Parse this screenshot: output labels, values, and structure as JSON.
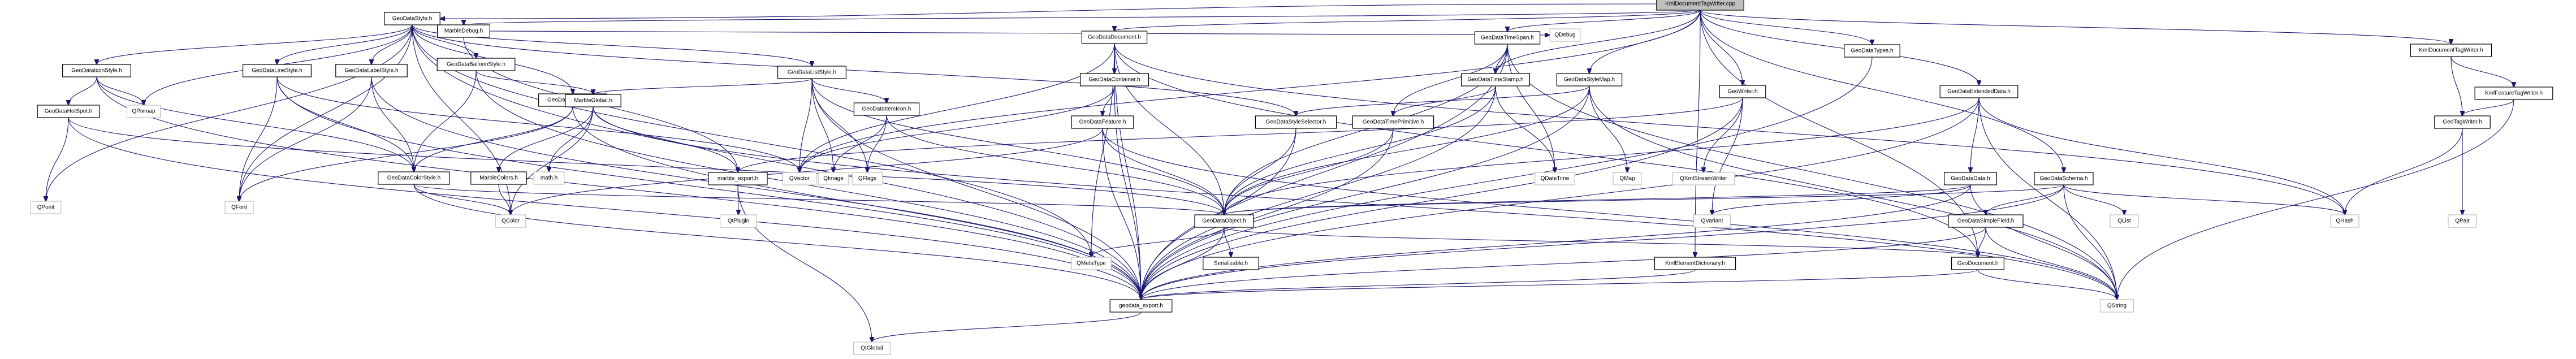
{
  "title": "KmlDocumentTagWriter.cpp include dependency graph",
  "colors": {
    "edge": "#191970",
    "root_fill": "#bfbfbf",
    "local_border": "#000000",
    "external_border": "#bfbfbf"
  },
  "nodes": [
    {
      "id": "root",
      "label": "KmlDocumentTagWriter.cpp",
      "kind": "root"
    },
    {
      "id": "GeoDataStyle",
      "label": "GeoDataStyle.h",
      "kind": "local"
    },
    {
      "id": "MarbleDebug",
      "label": "MarbleDebug.h",
      "kind": "local"
    },
    {
      "id": "GeoDataTypes",
      "label": "GeoDataTypes.h",
      "kind": "local"
    },
    {
      "id": "KmlDocumentTagWriterH",
      "label": "KmlDocumentTagWriter.h",
      "kind": "local"
    },
    {
      "id": "GeoDataDocument",
      "label": "GeoDataDocument.h",
      "kind": "local"
    },
    {
      "id": "GeoDataTimeSpan",
      "label": "GeoDataTimeSpan.h",
      "kind": "local"
    },
    {
      "id": "QDebug",
      "label": "QDebug",
      "kind": "external"
    },
    {
      "id": "GeoDataBalloonStyle",
      "label": "GeoDataBalloonStyle.h",
      "kind": "local"
    },
    {
      "id": "GeoDataListStyle",
      "label": "GeoDataListStyle.h",
      "kind": "local"
    },
    {
      "id": "GeoDataIconStyle",
      "label": "GeoDataIconStyle.h",
      "kind": "local"
    },
    {
      "id": "GeoDataLineStyle",
      "label": "GeoDataLineStyle.h",
      "kind": "local"
    },
    {
      "id": "GeoDataLabelStyle",
      "label": "GeoDataLabelStyle.h",
      "kind": "local"
    },
    {
      "id": "GeoDataPolyStyle",
      "label": "GeoDataPolyStyle.h",
      "kind": "local"
    },
    {
      "id": "MarbleGlobal",
      "label": "MarbleGlobal.h",
      "kind": "local"
    },
    {
      "id": "GeoDataItemIcon",
      "label": "GeoDataItemIcon.h",
      "kind": "local"
    },
    {
      "id": "GeoDataContainer",
      "label": "GeoDataContainer.h",
      "kind": "local"
    },
    {
      "id": "GeoDataTimeStamp",
      "label": "GeoDataTimeStamp.h",
      "kind": "local"
    },
    {
      "id": "GeoDataStyleMap",
      "label": "GeoDataStyleMap.h",
      "kind": "local"
    },
    {
      "id": "GeoWriter",
      "label": "GeoWriter.h",
      "kind": "local"
    },
    {
      "id": "GeoDataExtendedData",
      "label": "GeoDataExtendedData.h",
      "kind": "local"
    },
    {
      "id": "KmlFeatureTagWriter",
      "label": "KmlFeatureTagWriter.h",
      "kind": "local"
    },
    {
      "id": "GeoDataHotSpot",
      "label": "GeoDataHotSpot.h",
      "kind": "local"
    },
    {
      "id": "QPixmap",
      "label": "QPixmap",
      "kind": "external"
    },
    {
      "id": "GeoDataColorStyle",
      "label": "GeoDataColorStyle.h",
      "kind": "local"
    },
    {
      "id": "MarbleColors",
      "label": "MarbleColors.h",
      "kind": "local"
    },
    {
      "id": "mathh",
      "label": "math.h",
      "kind": "external"
    },
    {
      "id": "marble_export",
      "label": "marble_export.h",
      "kind": "local"
    },
    {
      "id": "QVector",
      "label": "QVector",
      "kind": "external"
    },
    {
      "id": "QImage",
      "label": "QImage",
      "kind": "external"
    },
    {
      "id": "QFlags",
      "label": "QFlags",
      "kind": "external"
    },
    {
      "id": "GeoDataFeature",
      "label": "GeoDataFeature.h",
      "kind": "local"
    },
    {
      "id": "GeoDataStyleSelector",
      "label": "GeoDataStyleSelector.h",
      "kind": "local"
    },
    {
      "id": "GeoDataTimePrimitive",
      "label": "GeoDataTimePrimitive.h",
      "kind": "local"
    },
    {
      "id": "QDateTime",
      "label": "QDateTime",
      "kind": "external"
    },
    {
      "id": "QMap",
      "label": "QMap",
      "kind": "external"
    },
    {
      "id": "QXmlStreamWriter",
      "label": "QXmlStreamWriter",
      "kind": "external"
    },
    {
      "id": "GeoDataData",
      "label": "GeoDataData.h",
      "kind": "local"
    },
    {
      "id": "GeoDataSchema",
      "label": "GeoDataSchema.h",
      "kind": "local"
    },
    {
      "id": "GeoTagWriter",
      "label": "GeoTagWriter.h",
      "kind": "local"
    },
    {
      "id": "QPoint",
      "label": "QPoint",
      "kind": "external"
    },
    {
      "id": "QFont",
      "label": "QFont",
      "kind": "external"
    },
    {
      "id": "QColor",
      "label": "QColor",
      "kind": "external"
    },
    {
      "id": "QtPlugin",
      "label": "QtPlugin",
      "kind": "external"
    },
    {
      "id": "GeoDataObject",
      "label": "GeoDataObject.h",
      "kind": "local"
    },
    {
      "id": "QVariant",
      "label": "QVariant",
      "kind": "external"
    },
    {
      "id": "QList",
      "label": "QList",
      "kind": "external"
    },
    {
      "id": "GeoDataSimpleField",
      "label": "GeoDataSimpleField.h",
      "kind": "local"
    },
    {
      "id": "QHash",
      "label": "QHash",
      "kind": "external"
    },
    {
      "id": "QPair",
      "label": "QPair",
      "kind": "external"
    },
    {
      "id": "QMetaType",
      "label": "QMetaType",
      "kind": "external"
    },
    {
      "id": "Serializable",
      "label": "Serializable.h",
      "kind": "local"
    },
    {
      "id": "KmlElementDictionary",
      "label": "KmlElementDictionary.h",
      "kind": "local"
    },
    {
      "id": "GeoDocument",
      "label": "GeoDocument.h",
      "kind": "local"
    },
    {
      "id": "geodata_export",
      "label": "geodata_export.h",
      "kind": "local"
    },
    {
      "id": "QString",
      "label": "QString",
      "kind": "external"
    },
    {
      "id": "QtGlobal",
      "label": "QtGlobal",
      "kind": "external"
    }
  ],
  "edges": [
    [
      "root",
      "GeoDataStyle"
    ],
    [
      "root",
      "MarbleDebug"
    ],
    [
      "root",
      "GeoDataTypes"
    ],
    [
      "root",
      "KmlDocumentTagWriterH"
    ],
    [
      "root",
      "GeoDataDocument"
    ],
    [
      "root",
      "GeoDataTimeSpan"
    ],
    [
      "root",
      "GeoDataTimeStamp"
    ],
    [
      "root",
      "GeoDataStyleMap"
    ],
    [
      "root",
      "GeoWriter"
    ],
    [
      "root",
      "GeoDataExtendedData"
    ],
    [
      "root",
      "GeoDataSchema"
    ],
    [
      "root",
      "KmlElementDictionary"
    ],
    [
      "root",
      "GeoDocument"
    ],
    [
      "root",
      "QVector"
    ],
    [
      "GeoDataStyle",
      "GeoDataIconStyle"
    ],
    [
      "GeoDataStyle",
      "GeoDataLineStyle"
    ],
    [
      "GeoDataStyle",
      "GeoDataLabelStyle"
    ],
    [
      "GeoDataStyle",
      "GeoDataPolyStyle"
    ],
    [
      "GeoDataStyle",
      "GeoDataBalloonStyle"
    ],
    [
      "GeoDataStyle",
      "GeoDataListStyle"
    ],
    [
      "GeoDataStyle",
      "GeoDataStyleSelector"
    ],
    [
      "GeoDataStyle",
      "QPoint"
    ],
    [
      "GeoDataStyle",
      "QPixmap"
    ],
    [
      "GeoDataStyle",
      "QFont"
    ],
    [
      "GeoDataStyle",
      "QColor"
    ],
    [
      "GeoDataStyle",
      "QMetaType"
    ],
    [
      "GeoDataStyle",
      "geodata_export"
    ],
    [
      "MarbleDebug",
      "QDebug"
    ],
    [
      "MarbleDebug",
      "marble_export"
    ],
    [
      "GeoDataTypes",
      "geodata_export"
    ],
    [
      "KmlDocumentTagWriterH",
      "GeoTagWriter"
    ],
    [
      "KmlDocumentTagWriterH",
      "KmlFeatureTagWriter"
    ],
    [
      "KmlFeatureTagWriter",
      "GeoTagWriter"
    ],
    [
      "KmlFeatureTagWriter",
      "QString"
    ],
    [
      "GeoTagWriter",
      "QHash"
    ],
    [
      "GeoTagWriter",
      "QPair"
    ],
    [
      "GeoDataDocument",
      "GeoDataContainer"
    ],
    [
      "GeoDataDocument",
      "GeoDocument"
    ],
    [
      "GeoDataDocument",
      "QMetaType"
    ],
    [
      "GeoDataDocument",
      "geodata_export"
    ],
    [
      "GeoDataDocument",
      "QVector"
    ],
    [
      "GeoDataDocument",
      "QHash"
    ],
    [
      "GeoDataDocument",
      "GeoDataObject"
    ],
    [
      "GeoDataContainer",
      "GeoDataFeature"
    ],
    [
      "GeoDataContainer",
      "QVector"
    ],
    [
      "GeoDataContainer",
      "geodata_export"
    ],
    [
      "GeoDataFeature",
      "GeoDataObject"
    ],
    [
      "GeoDataFeature",
      "QString"
    ],
    [
      "GeoDataFeature",
      "geodata_export"
    ],
    [
      "GeoDataFeature",
      "QColor"
    ],
    [
      "GeoDataTimeSpan",
      "GeoDataTimeStamp"
    ],
    [
      "GeoDataTimeSpan",
      "GeoDataTimePrimitive"
    ],
    [
      "GeoDataTimeSpan",
      "QDateTime"
    ],
    [
      "GeoDataTimeSpan",
      "geodata_export"
    ],
    [
      "GeoDataTimeSpan",
      "GeoDataObject"
    ],
    [
      "GeoDataTimeSpan",
      "QString"
    ],
    [
      "GeoDataTimeStamp",
      "GeoDataTimePrimitive"
    ],
    [
      "GeoDataTimeStamp",
      "QDateTime"
    ],
    [
      "GeoDataTimeStamp",
      "geodata_export"
    ],
    [
      "GeoDataTimeStamp",
      "GeoDataObject"
    ],
    [
      "GeoDataTimePrimitive",
      "GeoDataObject"
    ],
    [
      "GeoDataTimePrimitive",
      "geodata_export"
    ],
    [
      "GeoDataStyleMap",
      "GeoDataStyleSelector"
    ],
    [
      "GeoDataStyleMap",
      "QMap"
    ],
    [
      "GeoDataStyleMap",
      "QString"
    ],
    [
      "GeoDataStyleMap",
      "geodata_export"
    ],
    [
      "GeoDataStyleMap",
      "GeoDataObject"
    ],
    [
      "GeoDataStyleSelector",
      "GeoDataObject"
    ],
    [
      "GeoDataStyleSelector",
      "geodata_export"
    ],
    [
      "GeoWriter",
      "QXmlStreamWriter"
    ],
    [
      "GeoWriter",
      "marble_export"
    ],
    [
      "GeoWriter",
      "QVariant"
    ],
    [
      "GeoWriter",
      "geodata_export"
    ],
    [
      "GeoDataExtendedData",
      "GeoDataData"
    ],
    [
      "GeoDataExtendedData",
      "GeoDataObject"
    ],
    [
      "GeoDataExtendedData",
      "QHash"
    ],
    [
      "GeoDataExtendedData",
      "QString"
    ],
    [
      "GeoDataExtendedData",
      "geodata_export"
    ],
    [
      "GeoDataData",
      "GeoDataObject"
    ],
    [
      "GeoDataData",
      "QVariant"
    ],
    [
      "GeoDataData",
      "QString"
    ],
    [
      "GeoDataData",
      "geodata_export"
    ],
    [
      "GeoDataSchema",
      "GeoDataSimpleField"
    ],
    [
      "GeoDataSchema",
      "QList"
    ],
    [
      "GeoDataSchema",
      "QHash"
    ],
    [
      "GeoDataSchema",
      "GeoDataObject"
    ],
    [
      "GeoDataSchema",
      "geodata_export"
    ],
    [
      "GeoDataSchema",
      "QString"
    ],
    [
      "GeoDataSimpleField",
      "GeoDocument"
    ],
    [
      "GeoDataSimpleField",
      "geodata_export"
    ],
    [
      "GeoDataSimpleField",
      "QString"
    ],
    [
      "GeoDataIconStyle",
      "GeoDataHotSpot"
    ],
    [
      "GeoDataIconStyle",
      "QPixmap"
    ],
    [
      "GeoDataIconStyle",
      "GeoDataColorStyle"
    ],
    [
      "GeoDataIconStyle",
      "geodata_export"
    ],
    [
      "GeoDataHotSpot",
      "QPoint"
    ],
    [
      "GeoDataHotSpot",
      "geodata_export"
    ],
    [
      "GeoDataHotSpot",
      "GeoDataObject"
    ],
    [
      "GeoDataLineStyle",
      "QFont"
    ],
    [
      "GeoDataLineStyle",
      "GeoDataColorStyle"
    ],
    [
      "GeoDataLineStyle",
      "geodata_export"
    ],
    [
      "GeoDataLineStyle",
      "QVector"
    ],
    [
      "GeoDataLabelStyle",
      "QFont"
    ],
    [
      "GeoDataLabelStyle",
      "GeoDataColorStyle"
    ],
    [
      "GeoDataLabelStyle",
      "geodata_export"
    ],
    [
      "GeoDataPolyStyle",
      "GeoDataColorStyle"
    ],
    [
      "GeoDataPolyStyle",
      "QFont"
    ],
    [
      "GeoDataPolyStyle",
      "geodata_export"
    ],
    [
      "GeoDataColorStyle",
      "QColor"
    ],
    [
      "GeoDataColorStyle",
      "GeoDataObject"
    ],
    [
      "GeoDataColorStyle",
      "geodata_export"
    ],
    [
      "GeoDataBalloonStyle",
      "MarbleGlobal"
    ],
    [
      "GeoDataBalloonStyle",
      "GeoDataColorStyle"
    ],
    [
      "GeoDataBalloonStyle",
      "geodata_export"
    ],
    [
      "GeoDataListStyle",
      "MarbleGlobal"
    ],
    [
      "GeoDataListStyle",
      "GeoDataItemIcon"
    ],
    [
      "GeoDataListStyle",
      "QVector"
    ],
    [
      "GeoDataListStyle",
      "QImage"
    ],
    [
      "GeoDataListStyle",
      "QFlags"
    ],
    [
      "GeoDataListStyle",
      "GeoDataObject"
    ],
    [
      "GeoDataListStyle",
      "geodata_export"
    ],
    [
      "GeoDataItemIcon",
      "QImage"
    ],
    [
      "GeoDataItemIcon",
      "QFlags"
    ],
    [
      "GeoDataItemIcon",
      "GeoDataObject"
    ],
    [
      "MarbleGlobal",
      "MarbleColors"
    ],
    [
      "MarbleGlobal",
      "mathh"
    ],
    [
      "MarbleGlobal",
      "marble_export"
    ],
    [
      "MarbleGlobal",
      "QColor"
    ],
    [
      "MarbleGlobal",
      "QString"
    ],
    [
      "MarbleColors",
      "QColor"
    ],
    [
      "marble_export",
      "QtPlugin"
    ],
    [
      "marble_export",
      "QtGlobal"
    ],
    [
      "GeoDataObject",
      "Serializable"
    ],
    [
      "GeoDataObject",
      "QMetaType"
    ],
    [
      "GeoDataObject",
      "geodata_export"
    ],
    [
      "GeoDataObject",
      "GeoDocument"
    ],
    [
      "KmlElementDictionary",
      "geodata_export"
    ],
    [
      "GeoDocument",
      "geodata_export"
    ],
    [
      "GeoDocument",
      "QString"
    ],
    [
      "geodata_export",
      "QtGlobal"
    ]
  ]
}
